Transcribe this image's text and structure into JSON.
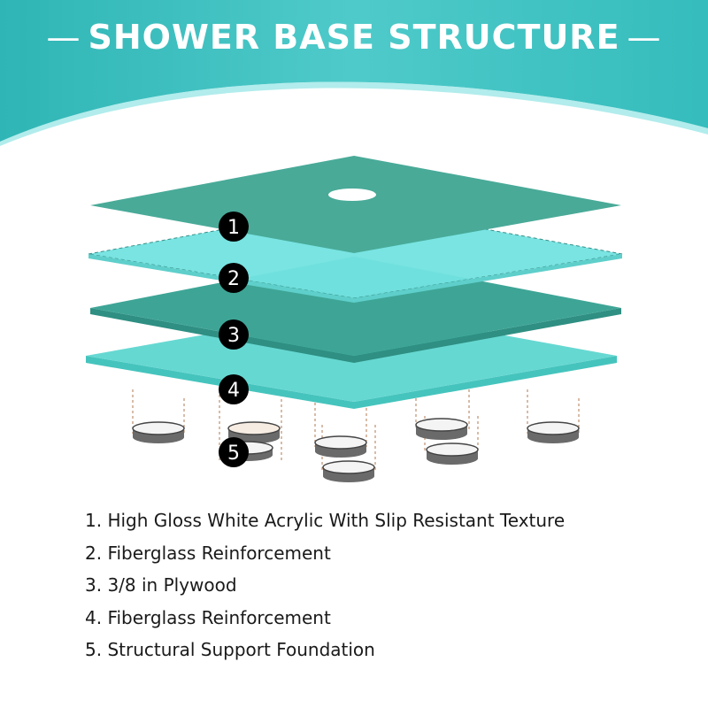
{
  "header": {
    "title": "SHOWER BASE STRUCTURE",
    "dash_left": "—",
    "dash_right": "—",
    "colors": {
      "teal": "#3cc2c2",
      "teal_dark": "#22a5a5",
      "teal_light": "#5fd6d6"
    }
  },
  "diagram": {
    "layer_colors": {
      "top": "#49aa98",
      "fiberglass_upper": "#72e3e0",
      "plywood": "#3ea596",
      "fiberglass_lower": "#66d8d2"
    },
    "badges": [
      "1",
      "2",
      "3",
      "4",
      "5"
    ],
    "drain_icon": "drain-hole",
    "support_icon": "support-puck"
  },
  "legend": {
    "items": [
      "1. High Gloss White Acrylic With Slip Resistant Texture",
      "2. Fiberglass Reinforcement",
      "3. 3/8 in Plywood",
      "4. Fiberglass Reinforcement",
      "5. Structural Support Foundation"
    ]
  }
}
